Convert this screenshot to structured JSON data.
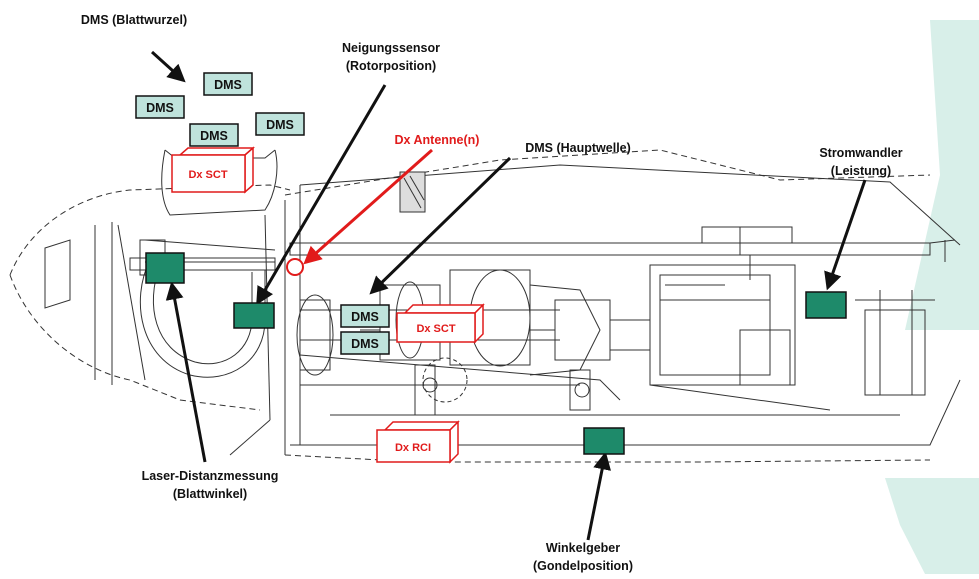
{
  "colors": {
    "sensor_green": "#1e8a6a",
    "dms_box": "#bfe3dc",
    "red": "#e11b1b",
    "accent_teal": "#d8efe9",
    "line": "#1a1a1a"
  },
  "labels": {
    "dms_blattwurzel": "DMS (Blattwurzel)",
    "neigungssensor_1": "Neigungssensor",
    "neigungssensor_2": "(Rotorposition)",
    "dx_antenne": "Dx Antenne(n)",
    "dms_hauptwelle": "DMS (Hauptwelle)",
    "stromwandler_1": "Stromwandler",
    "stromwandler_2": "(Leistung)",
    "laser_1": "Laser-Distanzmessung",
    "laser_2": "(Blattwinkel)",
    "winkelgeber_1": "Winkelgeber",
    "winkelgeber_2": "(Gondelposition)"
  },
  "dms_boxes": [
    "DMS",
    "DMS",
    "DMS",
    "DMS",
    "DMS",
    "DMS"
  ],
  "red_boxes": {
    "sct_hub": "Dx SCT",
    "sct_shaft": "Dx SCT",
    "rci": "Dx RCI"
  }
}
